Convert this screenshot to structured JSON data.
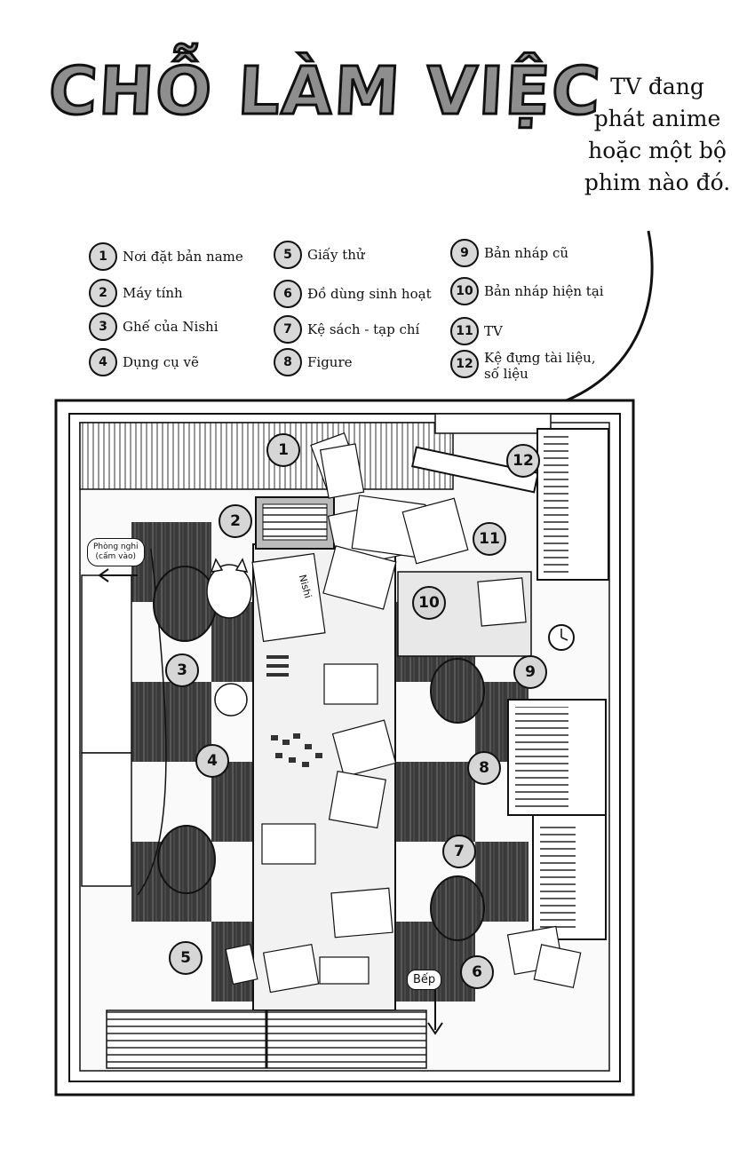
{
  "title": "CHỖ LÀM VIỆC",
  "tv_note": [
    "TV đang",
    "phát anime",
    "hoặc một bộ",
    "phim nào đó."
  ],
  "legend": [
    {
      "num": "1",
      "label": "Nơi đặt bản name"
    },
    {
      "num": "2",
      "label": "Máy tính"
    },
    {
      "num": "3",
      "label": "Ghế của Nishi"
    },
    {
      "num": "4",
      "label": "Dụng cụ vẽ"
    },
    {
      "num": "5",
      "label": "Giấy thử"
    },
    {
      "num": "6",
      "label": "Đồ dùng sinh hoạt"
    },
    {
      "num": "7",
      "label": "Kệ sách - tạp chí"
    },
    {
      "num": "8",
      "label": "Figure"
    },
    {
      "num": "9",
      "label": "Bản nháp cũ"
    },
    {
      "num": "10",
      "label": "Bản nháp hiện tại"
    },
    {
      "num": "11",
      "label": "TV"
    },
    {
      "num": "12",
      "label": "Kệ đựng tài liệu,",
      "label2": "số liệu"
    }
  ],
  "map": {
    "rest_room_label": "Phòng nghỉ",
    "rest_room_note": "(cấm vào)",
    "kitchen_label": "Bếp",
    "sketch_text": "Nishi"
  }
}
